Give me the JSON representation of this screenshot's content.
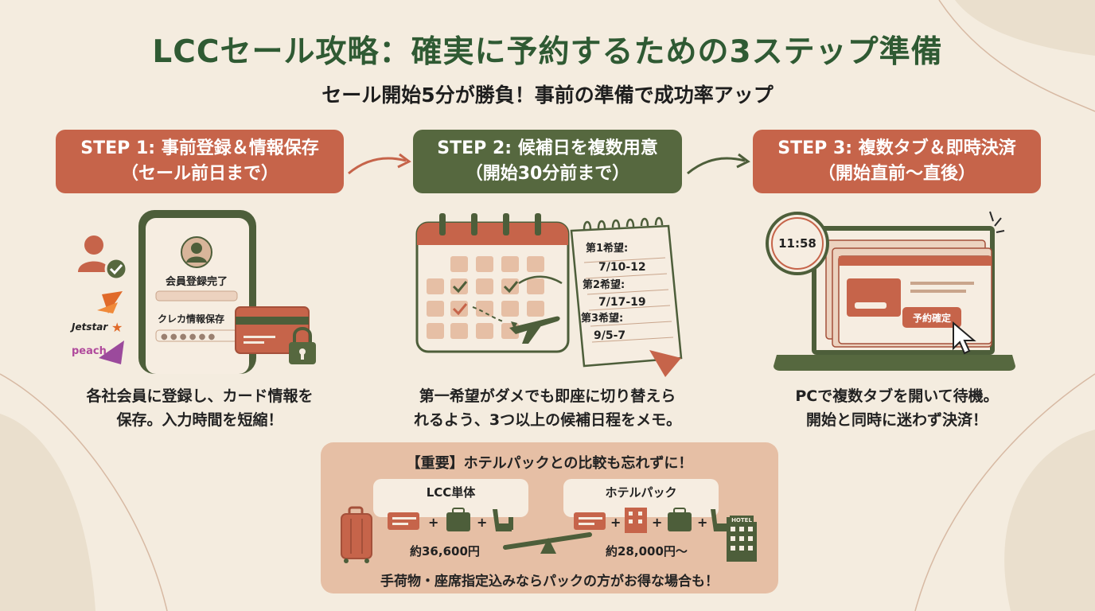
{
  "header": {
    "title": "LCCセール攻略：確実に予約するための3ステップ準備",
    "subtitle": "セール開始5分が勝負！事前の準備で成功率アップ"
  },
  "steps": [
    {
      "line1": "STEP 1: 事前登録＆情報保存",
      "line2": "（セール前日まで）",
      "color": "#c6644a",
      "desc1": "各社会員に登録し、カード情報を",
      "desc2": "保存。入力時間を短縮！"
    },
    {
      "line1": "STEP 2: 候補日を複数用意",
      "line2": "（開始30分前まで）",
      "color": "#56683f",
      "desc1": "第一希望がダメでも即座に切り替えら",
      "desc2": "れるよう、3つ以上の候補日程をメモ。"
    },
    {
      "line1": "STEP 3: 複数タブ＆即時決済",
      "line2": "（開始直前〜直後）",
      "color": "#c6644a",
      "desc1": "PCで複数タブを開いて待機。",
      "desc2": "開始と同時に迷わず決済！"
    }
  ],
  "step1_illustration": {
    "member_done": "会員登録完了",
    "card_saved": "クレカ情報保存",
    "brand1": "Jetstar",
    "brand2": "peach"
  },
  "step2_illustration": {
    "memo": [
      {
        "label": "第1希望:",
        "dates": "7/10-12"
      },
      {
        "label": "第2希望:",
        "dates": "7/17-19"
      },
      {
        "label": "第3希望:",
        "dates": "9/5-7"
      }
    ]
  },
  "step3_illustration": {
    "clock": "11:58",
    "confirm_button": "予約確定"
  },
  "comparison": {
    "title": "【重要】ホテルパックとの比較も忘れずに！",
    "left_label": "LCC単体",
    "right_label": "ホテルパック",
    "left_price": "約36,600円",
    "right_price": "約28,000円〜",
    "hotel_sign": "HOTEL",
    "note": "手荷物・座席指定込みならパックの方がお得な場合も！"
  },
  "colors": {
    "green": "#2f5a33",
    "red": "#c6644a",
    "olive": "#56683f",
    "background": "#f4ecdf",
    "panel": "#e6bfa5"
  }
}
